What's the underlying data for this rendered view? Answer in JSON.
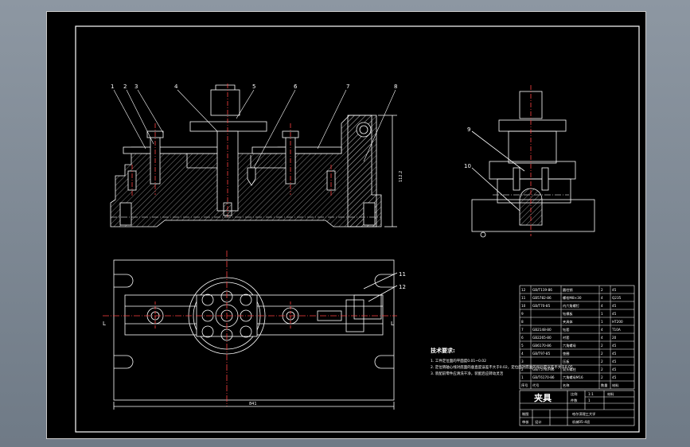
{
  "balloons": {
    "front": [
      "1",
      "2",
      "3",
      "4",
      "5",
      "6",
      "7",
      "8"
    ],
    "side": [
      "9",
      "10"
    ],
    "plan": [
      "11",
      "12"
    ]
  },
  "dims": {
    "height": "112.2",
    "width": "841",
    "section_mark": "L"
  },
  "notes": {
    "heading": "技术要求:",
    "lines": [
      "1. 工件定位面的平面度0.01~0.02",
      "2. 定位销轴心线对底面的垂直度误差不大于0.02，定位面对底面的平行度误差不大于0.05",
      "3. 装配前零件应清洗干净，装配后应转动灵活"
    ]
  },
  "bom": {
    "rows": [
      [
        "12",
        "GB/T119-86",
        "圆柱销",
        "2",
        "45"
      ],
      [
        "11",
        "GB5782-86",
        "螺栓M8×30",
        "4",
        "Q235"
      ],
      [
        "10",
        "GB/T70-85",
        "内六角螺钉",
        "4",
        "45"
      ],
      [
        "9",
        "",
        "钻模板",
        "1",
        "45"
      ],
      [
        "8",
        "",
        "夹具体",
        "1",
        "HT200"
      ],
      [
        "7",
        "GB2148-80",
        "钻套",
        "4",
        "T10A"
      ],
      [
        "6",
        "GB2265-80",
        "衬套",
        "4",
        "20"
      ],
      [
        "5",
        "GB6170-86",
        "六角螺母",
        "2",
        "45"
      ],
      [
        "4",
        "GB/T97-85",
        "垫圈",
        "2",
        "45"
      ],
      [
        "3",
        "",
        "压板",
        "2",
        "45"
      ],
      [
        "2",
        "GB/T5783-86",
        "双头螺柱",
        "2",
        "45"
      ],
      [
        "1",
        "GB/T6170-86",
        "六角螺母M16",
        "2",
        "45"
      ]
    ],
    "header": [
      "序号",
      "代号",
      "名称",
      "数量",
      "材料"
    ]
  },
  "titleblock": {
    "name": "夹具",
    "scale_label": "比例",
    "scale": "1:1",
    "count_label": "件数",
    "count": "1",
    "material_label": "材料",
    "drawn_label": "制图",
    "checked_label": "审核",
    "design_label": "设计",
    "school": "哈尔滨理工大学",
    "class": "机械05-4班"
  }
}
